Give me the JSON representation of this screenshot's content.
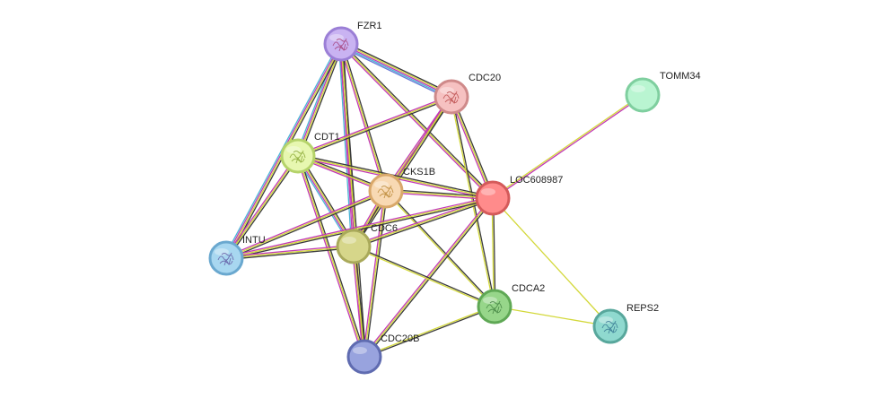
{
  "nodes": [
    {
      "id": "FZR1",
      "label": "FZR1",
      "fill": "#c9b3f2",
      "stroke": "#9b7fd6",
      "glyph": true,
      "glyph_color": "#a0306a"
    },
    {
      "id": "CDC20",
      "label": "CDC20",
      "fill": "#f6c1c1",
      "stroke": "#cf8a8a",
      "glyph": true,
      "glyph_color": "#b23a3a"
    },
    {
      "id": "TOMM34",
      "label": "TOMM34",
      "fill": "#b9f5d1",
      "stroke": "#7fcf9f",
      "glyph": false,
      "glyph_color": ""
    },
    {
      "id": "CDT1",
      "label": "CDT1",
      "fill": "#e7f7b0",
      "stroke": "#b5d36a",
      "glyph": true,
      "glyph_color": "#7a9a20"
    },
    {
      "id": "CKS1B",
      "label": "CKS1B",
      "fill": "#f8d9b3",
      "stroke": "#d9a86a",
      "glyph": true,
      "glyph_color": "#b07a20"
    },
    {
      "id": "LOC608987",
      "label": "LOC608987",
      "fill": "#ff8b8b",
      "stroke": "#d45a5a",
      "glyph": false,
      "glyph_color": ""
    },
    {
      "id": "INTU",
      "label": "INTU",
      "fill": "#a8d7f0",
      "stroke": "#6aa8cf",
      "glyph": true,
      "glyph_color": "#5a4a9a"
    },
    {
      "id": "CDC6",
      "label": "CDC6",
      "fill": "#d6d68a",
      "stroke": "#a9a95a",
      "glyph": false,
      "glyph_color": ""
    },
    {
      "id": "CDCA2",
      "label": "CDCA2",
      "fill": "#97d68a",
      "stroke": "#5fa855",
      "glyph": true,
      "glyph_color": "#3a7a3a"
    },
    {
      "id": "REPS2",
      "label": "REPS2",
      "fill": "#8fd9cf",
      "stroke": "#58a79c",
      "glyph": true,
      "glyph_color": "#2a6a8a"
    },
    {
      "id": "CDC20B",
      "label": "CDC20B",
      "fill": "#98a3de",
      "stroke": "#5f6bb0",
      "glyph": false,
      "glyph_color": ""
    }
  ],
  "edges": [
    {
      "source": "FZR1",
      "target": "CDC20",
      "colors": [
        "#3b3b3b",
        "#d3d83a",
        "#c23ab4",
        "#4ab4d6",
        "#6a7ad6"
      ]
    },
    {
      "source": "FZR1",
      "target": "CDT1",
      "colors": [
        "#3b3b3b",
        "#d3d83a",
        "#c23ab4",
        "#4ab4d6"
      ]
    },
    {
      "source": "FZR1",
      "target": "CKS1B",
      "colors": [
        "#3b3b3b",
        "#d3d83a",
        "#c23ab4"
      ]
    },
    {
      "source": "FZR1",
      "target": "CDC6",
      "colors": [
        "#3b3b3b",
        "#d3d83a",
        "#c23ab4",
        "#4ab4d6"
      ]
    },
    {
      "source": "FZR1",
      "target": "LOC608987",
      "colors": [
        "#3b3b3b",
        "#d3d83a",
        "#c23ab4"
      ]
    },
    {
      "source": "FZR1",
      "target": "CDC20B",
      "colors": [
        "#3b3b3b",
        "#d3d83a",
        "#c23ab4"
      ]
    },
    {
      "source": "FZR1",
      "target": "INTU",
      "colors": [
        "#3b3b3b",
        "#d3d83a",
        "#c23ab4",
        "#4ab4d6"
      ]
    },
    {
      "source": "CDC20",
      "target": "CDT1",
      "colors": [
        "#3b3b3b",
        "#d3d83a",
        "#c23ab4"
      ]
    },
    {
      "source": "CDC20",
      "target": "CKS1B",
      "colors": [
        "#3b3b3b",
        "#d3d83a",
        "#c23ab4"
      ]
    },
    {
      "source": "CDC20",
      "target": "CDC6",
      "colors": [
        "#3b3b3b",
        "#d3d83a",
        "#c23ab4"
      ]
    },
    {
      "source": "CDC20",
      "target": "LOC608987",
      "colors": [
        "#3b3b3b",
        "#d3d83a",
        "#c23ab4"
      ]
    },
    {
      "source": "CDC20",
      "target": "CDCA2",
      "colors": [
        "#3b3b3b",
        "#d3d83a"
      ]
    },
    {
      "source": "CDT1",
      "target": "CKS1B",
      "colors": [
        "#3b3b3b",
        "#d3d83a",
        "#c23ab4"
      ]
    },
    {
      "source": "CDT1",
      "target": "CDC6",
      "colors": [
        "#3b3b3b",
        "#d3d83a",
        "#c23ab4",
        "#4ab4d6"
      ]
    },
    {
      "source": "CDT1",
      "target": "LOC608987",
      "colors": [
        "#3b3b3b",
        "#d3d83a",
        "#c23ab4"
      ]
    },
    {
      "source": "CDT1",
      "target": "INTU",
      "colors": [
        "#3b3b3b",
        "#d3d83a",
        "#c23ab4"
      ]
    },
    {
      "source": "CDT1",
      "target": "CDC20B",
      "colors": [
        "#3b3b3b",
        "#d3d83a",
        "#c23ab4"
      ]
    },
    {
      "source": "CKS1B",
      "target": "LOC608987",
      "colors": [
        "#3b3b3b",
        "#d3d83a",
        "#c23ab4"
      ]
    },
    {
      "source": "CKS1B",
      "target": "CDC6",
      "colors": [
        "#3b3b3b",
        "#d3d83a",
        "#c23ab4"
      ]
    },
    {
      "source": "CKS1B",
      "target": "INTU",
      "colors": [
        "#3b3b3b",
        "#d3d83a",
        "#c23ab4"
      ]
    },
    {
      "source": "CKS1B",
      "target": "CDCA2",
      "colors": [
        "#3b3b3b",
        "#d3d83a"
      ]
    },
    {
      "source": "CKS1B",
      "target": "CDC20B",
      "colors": [
        "#3b3b3b",
        "#d3d83a",
        "#c23ab4"
      ]
    },
    {
      "source": "LOC608987",
      "target": "TOMM34",
      "colors": [
        "#d3d83a",
        "#c23ab4"
      ]
    },
    {
      "source": "LOC608987",
      "target": "CDC6",
      "colors": [
        "#3b3b3b",
        "#d3d83a",
        "#c23ab4"
      ]
    },
    {
      "source": "LOC608987",
      "target": "INTU",
      "colors": [
        "#3b3b3b",
        "#d3d83a",
        "#c23ab4"
      ]
    },
    {
      "source": "LOC608987",
      "target": "CDCA2",
      "colors": [
        "#3b3b3b",
        "#d3d83a"
      ]
    },
    {
      "source": "LOC608987",
      "target": "REPS2",
      "colors": [
        "#d3d83a"
      ]
    },
    {
      "source": "LOC608987",
      "target": "CDC20B",
      "colors": [
        "#3b3b3b",
        "#d3d83a",
        "#c23ab4"
      ]
    },
    {
      "source": "CDC6",
      "target": "INTU",
      "colors": [
        "#3b3b3b",
        "#d3d83a",
        "#c23ab4"
      ]
    },
    {
      "source": "CDC6",
      "target": "CDCA2",
      "colors": [
        "#3b3b3b",
        "#d3d83a"
      ]
    },
    {
      "source": "CDC6",
      "target": "CDC20B",
      "colors": [
        "#3b3b3b",
        "#d3d83a",
        "#c23ab4"
      ]
    },
    {
      "source": "CDCA2",
      "target": "REPS2",
      "colors": [
        "#d3d83a"
      ]
    },
    {
      "source": "CDCA2",
      "target": "CDC20B",
      "colors": [
        "#3b3b3b",
        "#d3d83a"
      ]
    }
  ]
}
